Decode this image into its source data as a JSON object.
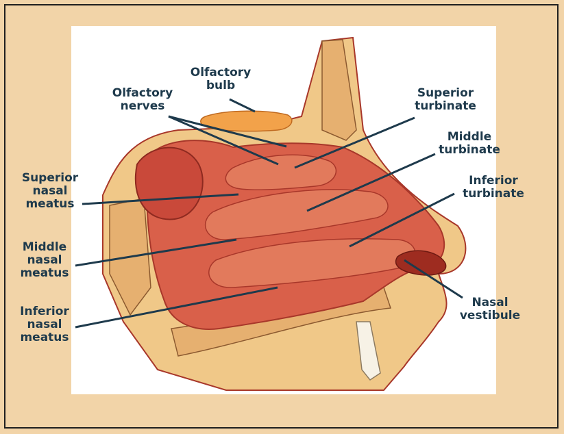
{
  "labels": {
    "olfactory_bulb": [
      "Olfactory",
      "bulb"
    ],
    "olfactory_nerves": [
      "Olfactory",
      "nerves"
    ],
    "superior_turbinate": [
      "Superior",
      "turbinate"
    ],
    "middle_turbinate": [
      "Middle",
      "turbinate"
    ],
    "inferior_turbinate": [
      "Inferior",
      "turbinate"
    ],
    "superior_nasal_meatus": [
      "Superior",
      "nasal",
      "meatus"
    ],
    "middle_nasal_meatus": [
      "Middle",
      "nasal",
      "meatus"
    ],
    "inferior_nasal_meatus": [
      "Inferior",
      "nasal",
      "meatus"
    ],
    "nasal_vestibule": [
      "Nasal",
      "vestibule"
    ]
  },
  "colors": {
    "background": "#f2d4a8",
    "label_text": "#1e3a4c",
    "tissue": "#d9604a",
    "tissue_dark": "#a8372a",
    "bone": "#f0c888",
    "bulb": "#f2a24a"
  }
}
